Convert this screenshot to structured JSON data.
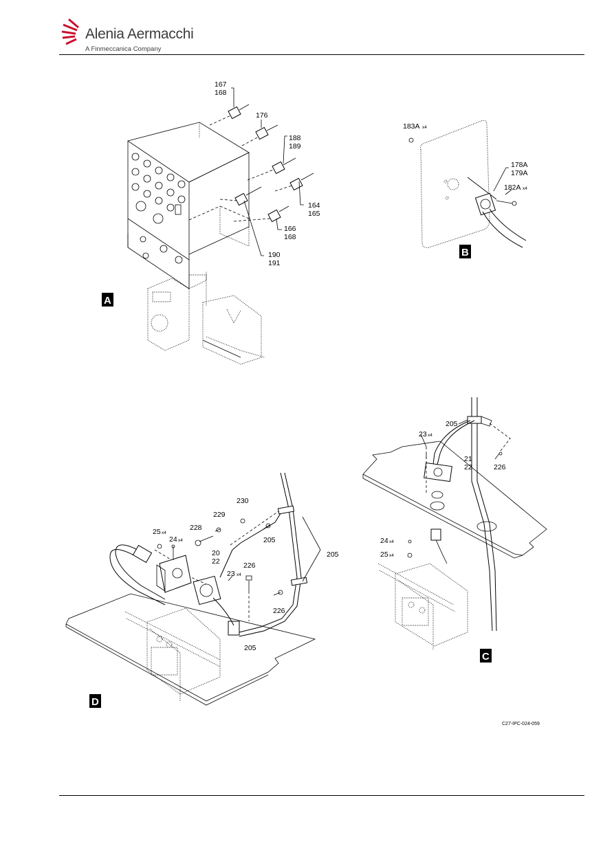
{
  "header": {
    "brand_name": "Alenia Aermacchi",
    "brand_tagline": "A Finmeccanica Company"
  },
  "views": {
    "A": "A",
    "B": "B",
    "C": "C",
    "D": "D"
  },
  "callouts_a": {
    "c167": "167",
    "c168": "168",
    "c176": "176",
    "c188": "188",
    "c189": "189",
    "c164": "164",
    "c165": "165",
    "c166": "166",
    "c168b": "168",
    "c190": "190",
    "c191": "191"
  },
  "callouts_b": {
    "c183a": "183A",
    "c183a_qty": "x4",
    "c178a": "178A",
    "c179a": "179A",
    "c182a": "182A",
    "c182a_qty": "x4"
  },
  "callouts_c": {
    "c205": "205",
    "c23": "23",
    "c23_qty": "x4",
    "c21": "21",
    "c22": "22",
    "c226": "226",
    "c24": "24",
    "c24_qty": "x4",
    "c25": "25",
    "c25_qty": "x4"
  },
  "callouts_d": {
    "c230": "230",
    "c229": "229",
    "c228": "228",
    "c25": "25",
    "c25_qty": "x4",
    "c24": "24",
    "c24_qty": "x4",
    "c205a": "205",
    "c205b": "205",
    "c20": "20",
    "c22": "22",
    "c226a": "226",
    "c23": "23",
    "c23_qty": "x4",
    "c226b": "226",
    "c205c": "205"
  },
  "figure_ref": "C27-IPC-024-059"
}
